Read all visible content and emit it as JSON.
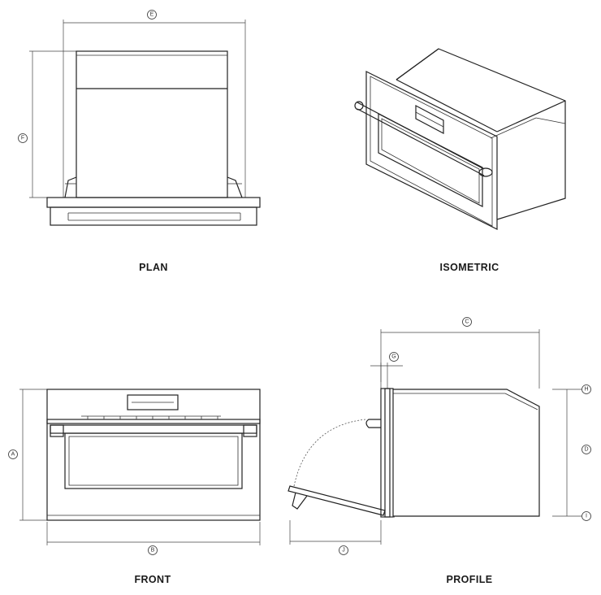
{
  "views": {
    "plan": "PLAN",
    "isometric": "ISOMETRIC",
    "front": "FRONT",
    "profile": "PROFILE"
  },
  "dimensions": {
    "a": "A",
    "b": "B",
    "c": "C",
    "d": "D",
    "e": "E",
    "f": "F",
    "g": "G",
    "h": "H",
    "i": "I",
    "j": "J"
  }
}
